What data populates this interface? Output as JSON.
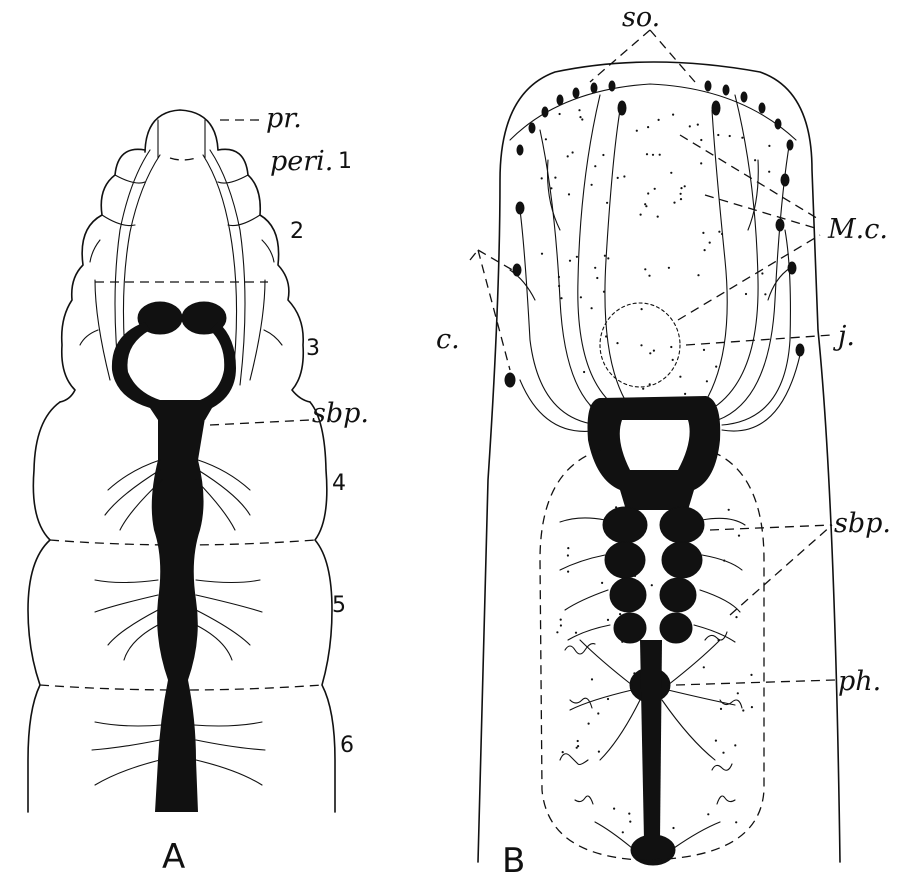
{
  "panels": {
    "a": {
      "caption": "A"
    },
    "b": {
      "caption": "B"
    }
  },
  "labels": {
    "pr": "pr.",
    "peri": "peri.",
    "peri_num": "1",
    "seg2": "2",
    "seg3": "3",
    "seg4": "4",
    "seg5": "5",
    "seg6": "6",
    "sbp_a": "sbp.",
    "so": "so.",
    "mc": "M.c.",
    "c": "c.",
    "j": "j.",
    "sbp_b": "sbp.",
    "ph": "ph."
  },
  "colors": {
    "ink": "#111111",
    "paper": "#ffffff"
  }
}
